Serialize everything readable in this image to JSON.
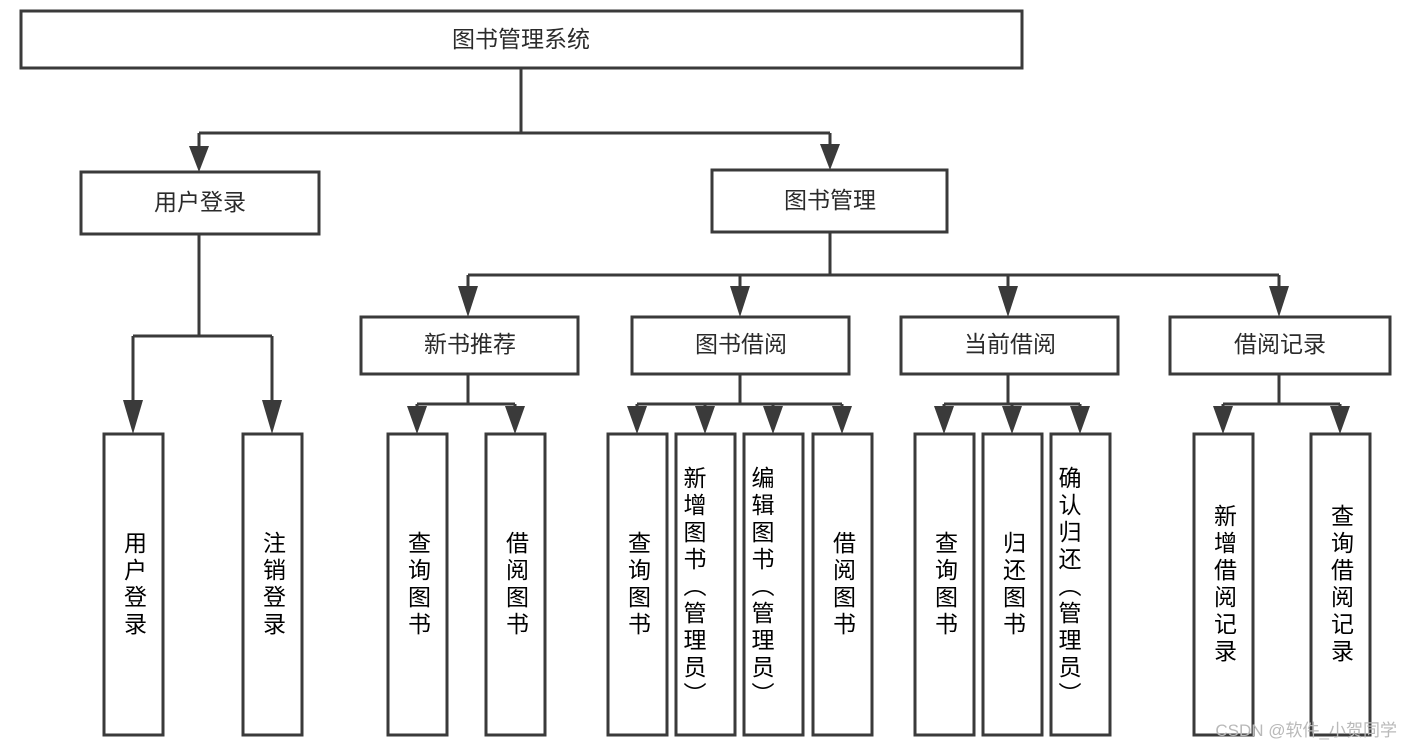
{
  "diagram": {
    "type": "tree-hierarchy-flowchart",
    "title": "图书管理系统",
    "colors": {
      "background": "#ffffff",
      "stroke": "#3a3a3a",
      "node_fill": "#ffffff",
      "label": "#2b2b2b",
      "watermark": "#b9b9b9"
    },
    "levels": {
      "root": {
        "label": "图书管理系统"
      },
      "level1": [
        {
          "id": "user-login",
          "label": "用户登录"
        },
        {
          "id": "book-management",
          "label": "图书管理"
        }
      ],
      "level2": [
        {
          "id": "new-book-recommend",
          "label": "新书推荐",
          "parent": "book-management"
        },
        {
          "id": "book-borrow",
          "label": "图书借阅",
          "parent": "book-management"
        },
        {
          "id": "current-borrow",
          "label": "当前借阅",
          "parent": "book-management"
        },
        {
          "id": "borrow-record",
          "label": "借阅记录",
          "parent": "book-management"
        }
      ],
      "leaves": [
        {
          "id": "leaf-user-login",
          "label": "用户登录",
          "parent": "user-login"
        },
        {
          "id": "leaf-logout",
          "label": "注销登录",
          "parent": "user-login"
        },
        {
          "id": "leaf-query-book-1",
          "label": "查询图书",
          "parent": "new-book-recommend"
        },
        {
          "id": "leaf-borrow-book-1",
          "label": "借阅图书",
          "parent": "new-book-recommend"
        },
        {
          "id": "leaf-query-book-2",
          "label": "查询图书",
          "parent": "book-borrow"
        },
        {
          "id": "leaf-add-book",
          "label": "新增图书（管理员）",
          "parent": "book-borrow"
        },
        {
          "id": "leaf-edit-book",
          "label": "编辑图书（管理员）",
          "parent": "book-borrow"
        },
        {
          "id": "leaf-borrow-book-2",
          "label": "借阅图书",
          "parent": "book-borrow"
        },
        {
          "id": "leaf-query-book-3",
          "label": "查询图书",
          "parent": "current-borrow"
        },
        {
          "id": "leaf-return-book",
          "label": "归还图书",
          "parent": "current-borrow"
        },
        {
          "id": "leaf-confirm-return",
          "label": "确认归还（管理员）",
          "parent": "current-borrow"
        },
        {
          "id": "leaf-add-record",
          "label": "新增借阅记录",
          "parent": "borrow-record"
        },
        {
          "id": "leaf-query-record",
          "label": "查询借阅记录",
          "parent": "borrow-record"
        }
      ]
    }
  },
  "watermark": {
    "text": "CSDN @软件_小贺同学"
  }
}
